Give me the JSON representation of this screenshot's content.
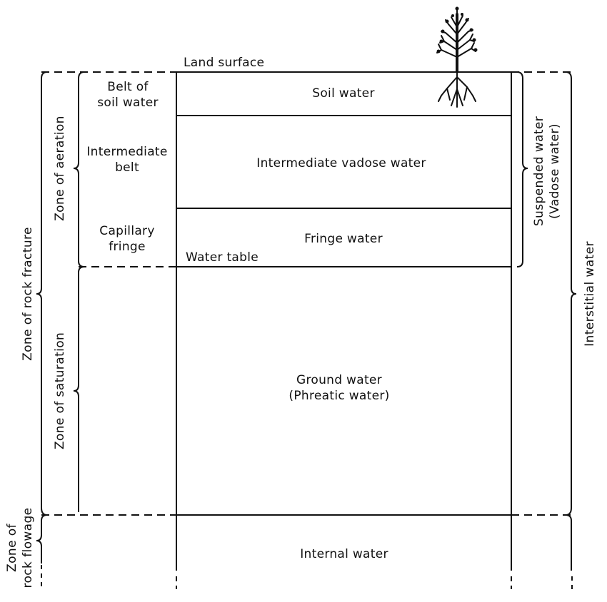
{
  "surface_labels": {
    "land_surface": "Land surface",
    "water_table": "Water table"
  },
  "layers": {
    "soil_water": "Soil water",
    "intermediate_vadose_water": "Intermediate vadose water",
    "fringe_water": "Fringe water",
    "ground_water": [
      "Ground water",
      "(Phreatic water)"
    ],
    "internal_water": "Internal water"
  },
  "belts": {
    "soil_water_belt": [
      "Belt of",
      "soil water"
    ],
    "intermediate_belt": [
      "Intermediate",
      "belt"
    ],
    "capillary_fringe": [
      "Capillary",
      "fringe"
    ]
  },
  "zones": {
    "aeration": "Zone of aeration",
    "saturation": "Zone of saturation",
    "rock_fracture": "Zone of rock fracture",
    "rock_flowage": [
      "Zone of",
      "rock flowage"
    ]
  },
  "classes": {
    "suspended_water": [
      "Suspended water",
      "(Vadose water)"
    ],
    "interstitial_water": "Interstitial water"
  }
}
